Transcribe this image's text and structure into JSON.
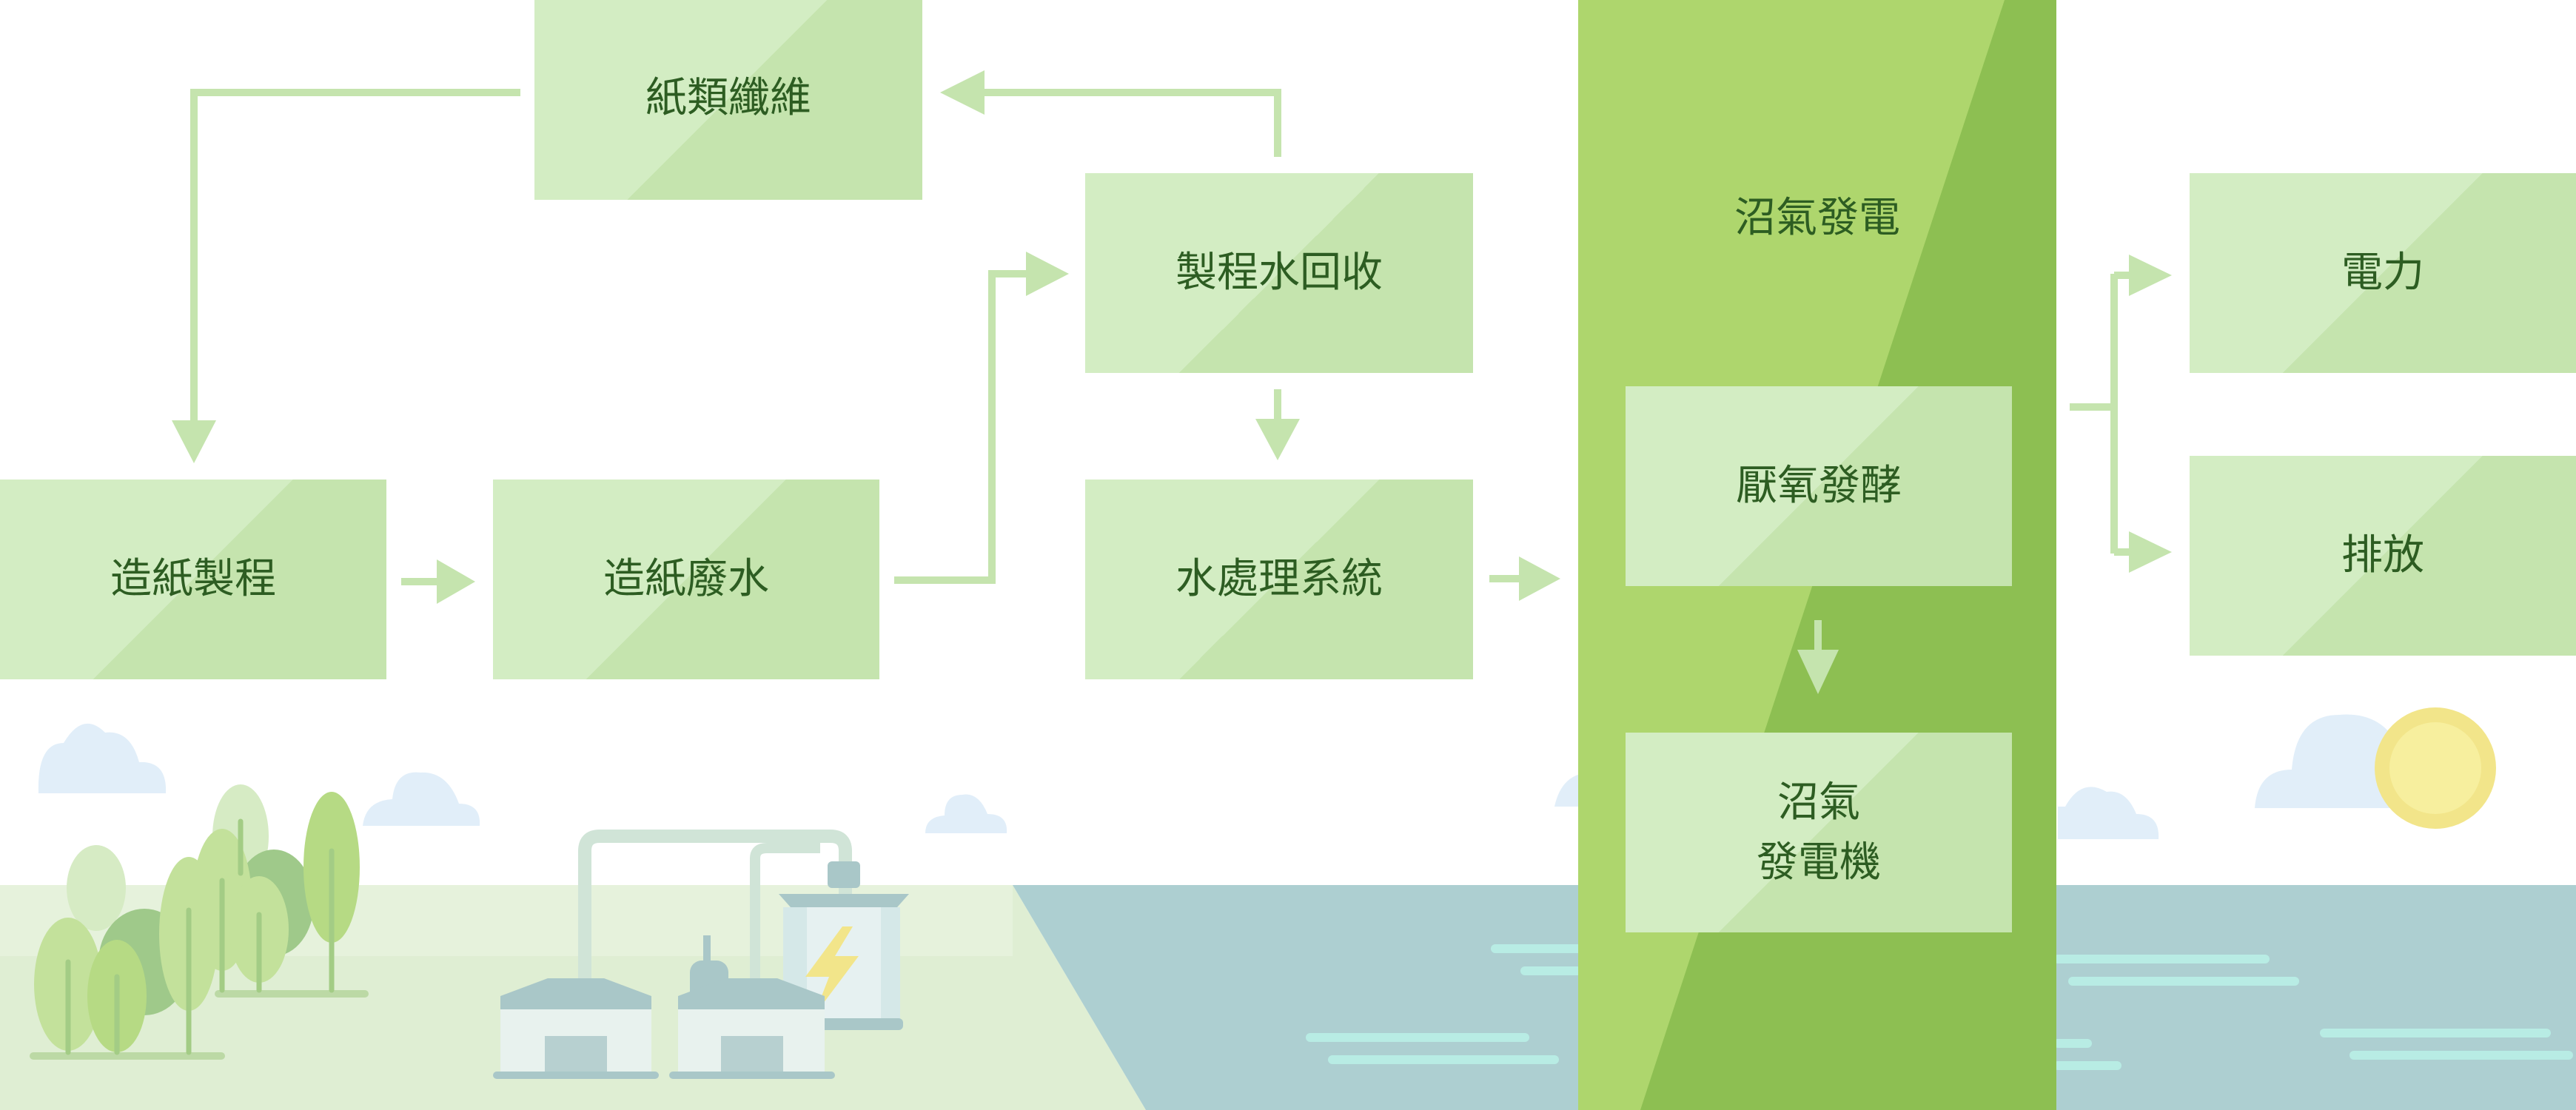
{
  "diagram": {
    "nodes": {
      "paper_fiber": "紙類纖維",
      "papermaking": "造紙製程",
      "papermaking_wastewater": "造紙廢水",
      "process_water_recycling": "製程水回收",
      "water_treatment": "水處理系統",
      "biogas_power": "沼氣發電",
      "anaerobic_fermentation": "厭氧發酵",
      "biogas_generator": "沼氣\n發電機",
      "electricity": "電力",
      "discharge": "排放"
    }
  },
  "colors": {
    "box_light": "#d3edc3",
    "box_dark": "#c5e4ae",
    "arrow": "#c5e4ae",
    "panel_light": "#aed66d",
    "panel_dark": "#8dbf52",
    "text": "#2d5d22",
    "water": "#adcfd1",
    "ground": "#dfeed3"
  }
}
